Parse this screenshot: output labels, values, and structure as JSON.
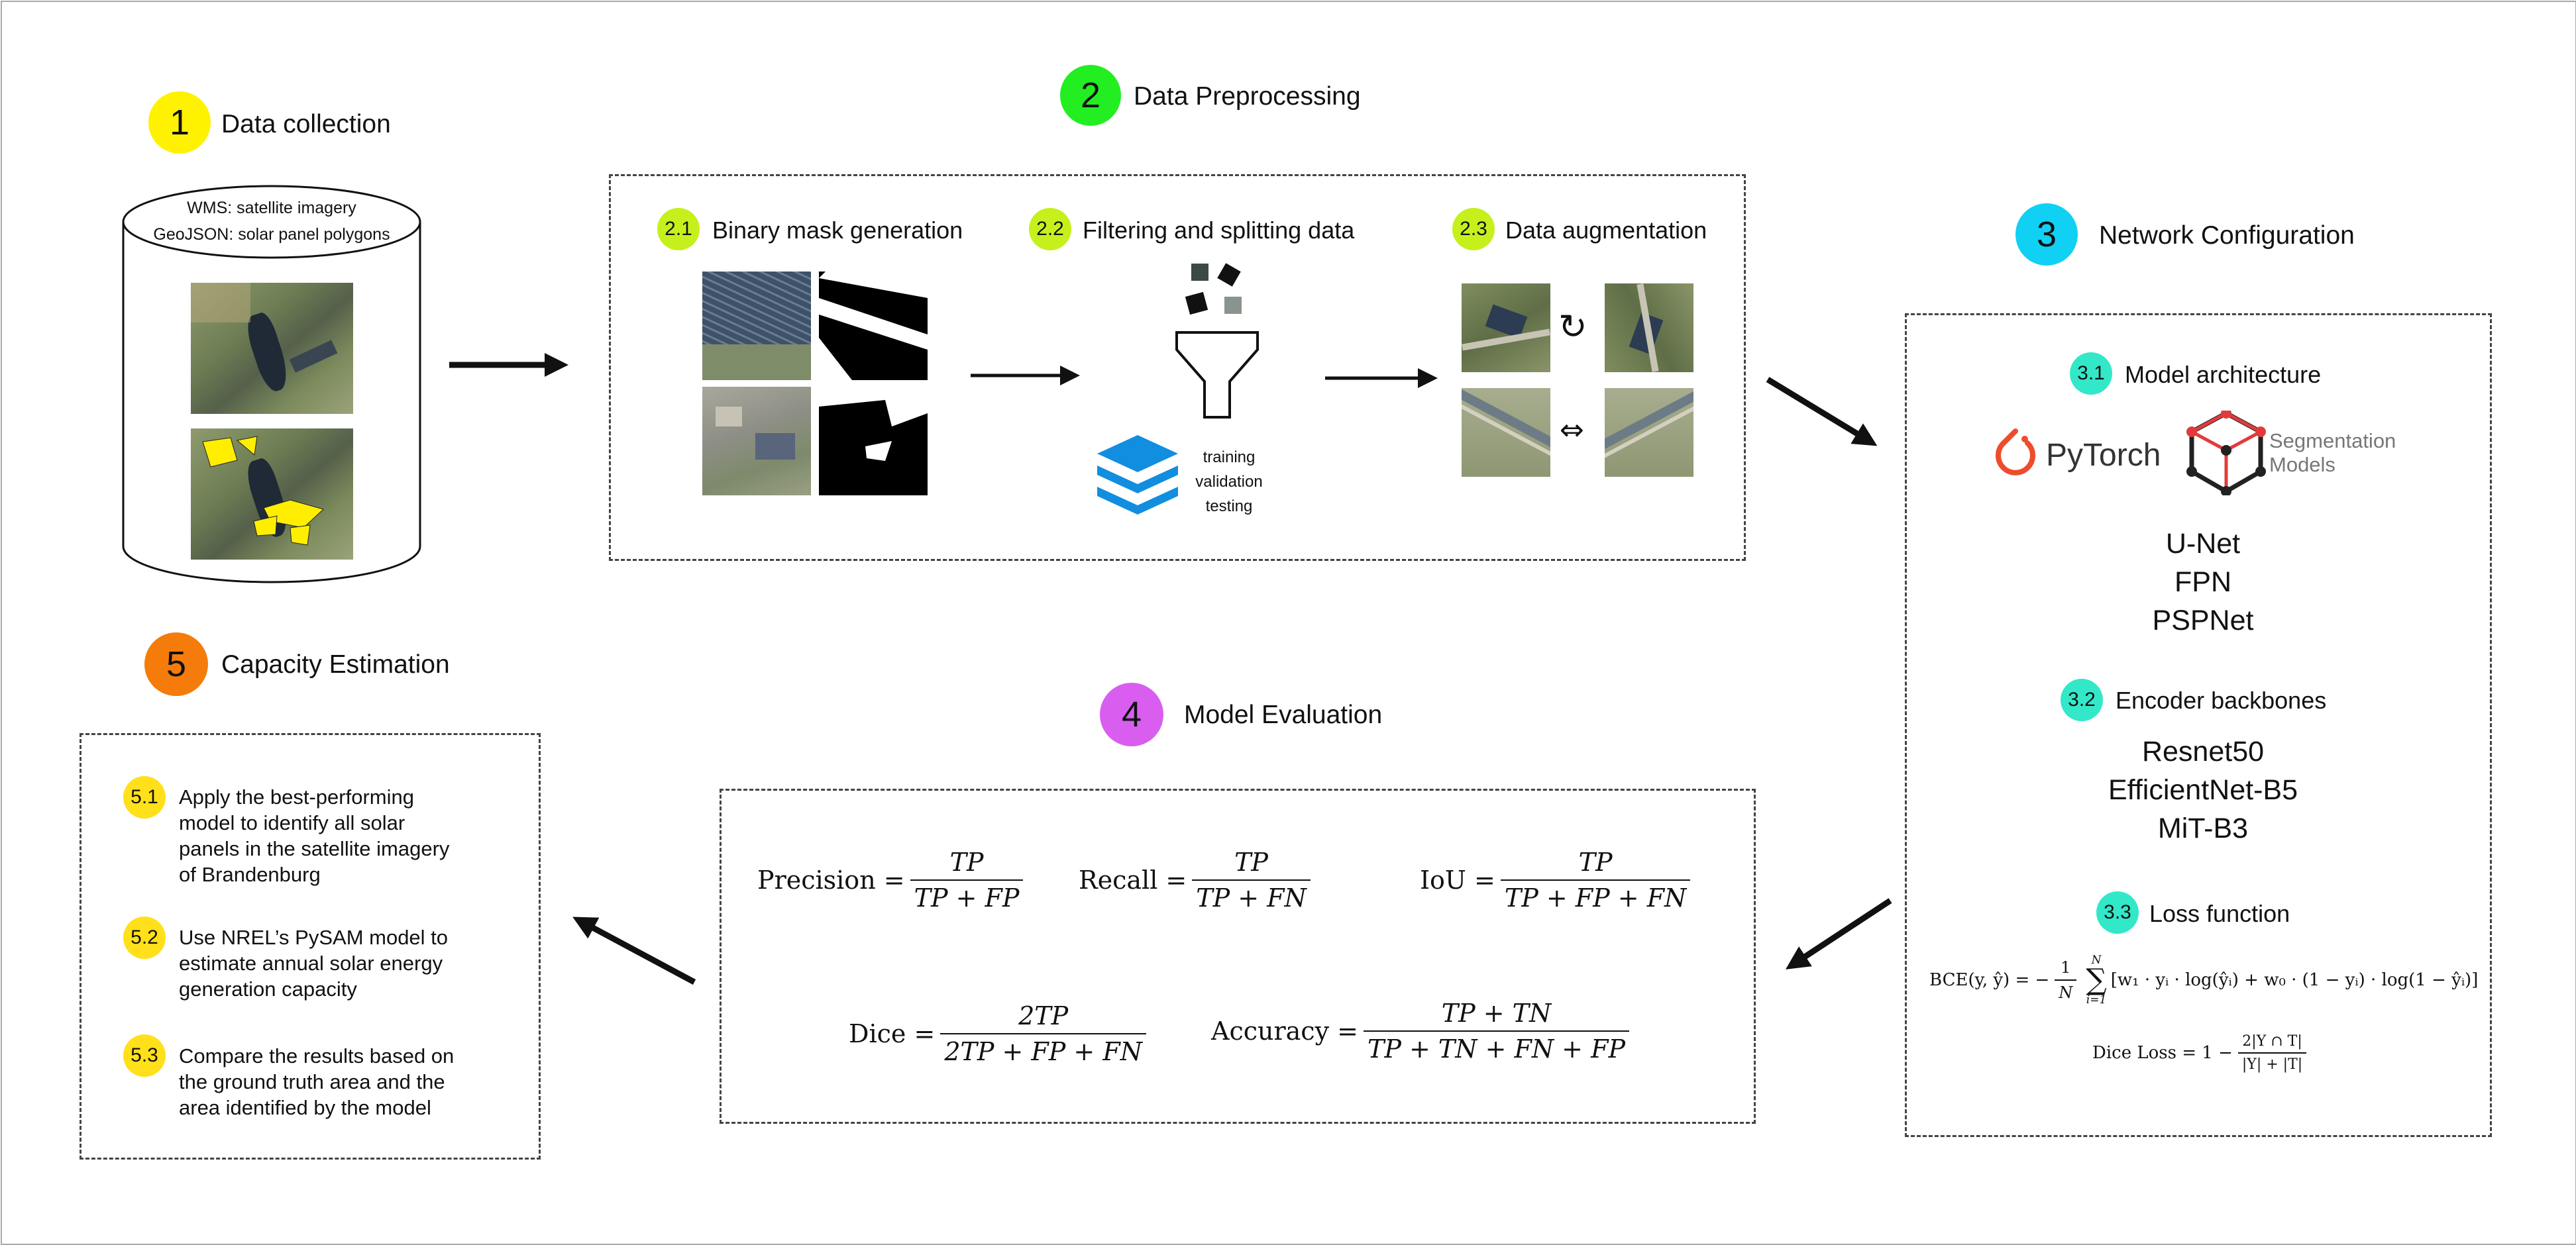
{
  "steps": {
    "s1": {
      "number": "1",
      "title": "Data collection",
      "color": "#fff200"
    },
    "s2": {
      "number": "2",
      "title": "Data Preprocessing",
      "color": "#22ee22"
    },
    "s3": {
      "number": "3",
      "title": "Network Configuration",
      "color": "#10d0f4"
    },
    "s4": {
      "number": "4",
      "title": "Model Evaluation",
      "color": "#d95ef0"
    },
    "s5": {
      "number": "5",
      "title": "Capacity Estimation",
      "color": "#f57c0a"
    }
  },
  "data_collection": {
    "wms_label": "WMS:",
    "wms_text": "satellite imagery",
    "geojson_label": "GeoJSON:",
    "geojson_text": "solar panel polygons"
  },
  "preprocessing": {
    "sub1": {
      "number": "2.1",
      "title": "Binary mask generation"
    },
    "sub2": {
      "number": "2.2",
      "title": "Filtering and splitting data"
    },
    "sub3": {
      "number": "2.3",
      "title": "Data augmentation"
    },
    "splits": [
      "training",
      "validation",
      "testing"
    ],
    "sub_color": "#c6f01c"
  },
  "network": {
    "sub_color": "#33e8c8",
    "sub1": {
      "number": "3.1",
      "title": "Model architecture"
    },
    "pytorch_label": "PyTorch",
    "seg_label_line1": "Segmentation",
    "seg_label_line2": "Models",
    "architectures": [
      "U-Net",
      "FPN",
      "PSPNet"
    ],
    "sub2": {
      "number": "3.2",
      "title": "Encoder backbones"
    },
    "backbones": [
      "Resnet50",
      "EfficientNet-B5",
      "MiT-B3"
    ],
    "sub3": {
      "number": "3.3",
      "title": "Loss function"
    },
    "bce_lhs": "BCE(y, ŷ) = −",
    "bce_body": "[w₁ · yᵢ · log(ŷᵢ) + w₀ · (1 − yᵢ) · log(1 − ŷᵢ)]",
    "dice_lhs": "Dice Loss = 1 −",
    "dice_num": "2|Y ∩ T|",
    "dice_den": "|Y| + |T|"
  },
  "evaluation": {
    "precision": {
      "label": "Precision =",
      "num": "TP",
      "den": "TP + FP"
    },
    "recall": {
      "label": "Recall =",
      "num": "TP",
      "den": "TP + FN"
    },
    "iou": {
      "label": "IoU =",
      "num": "TP",
      "den": "TP + FP + FN"
    },
    "dice": {
      "label": "Dice =",
      "num": "2TP",
      "den": "2TP + FP + FN"
    },
    "accuracy": {
      "label": "Accuracy =",
      "num": "TP + TN",
      "den": "TP + TN + FN + FP"
    }
  },
  "capacity": {
    "sub_color": "#ffe01a",
    "items": [
      {
        "number": "5.1",
        "lines": [
          "Apply the best-performing",
          "model to identify all solar",
          "panels in the satellite imagery",
          "of Brandenburg"
        ]
      },
      {
        "number": "5.2",
        "lines": [
          "Use NREL’s PySAM model to",
          "estimate annual solar energy",
          "generation capacity"
        ]
      },
      {
        "number": "5.3",
        "lines": [
          "Compare the results based on",
          "the ground truth area and the",
          "area identified by the model"
        ]
      }
    ]
  }
}
